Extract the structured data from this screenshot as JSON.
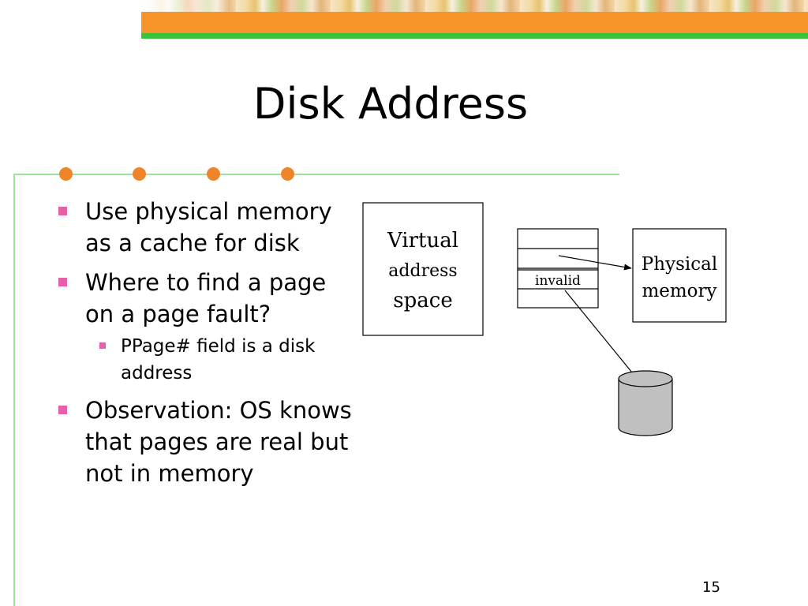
{
  "slide": {
    "title": "Disk Address",
    "bullets": [
      "Use physical memory as a cache for disk",
      "Where to find a page on a page fault?"
    ],
    "sub_bullet": "PPage# field is a disk address",
    "bullet_last": "Observation: OS knows that pages are real but not in memory",
    "page_number": "15"
  },
  "diagram": {
    "virtual_address_space": [
      "Virtual",
      "address",
      "space"
    ],
    "page_table_invalid_label": "invalid",
    "physical_memory": [
      "Physical",
      "memory"
    ]
  },
  "colors": {
    "accent_orange": "#f7942a",
    "accent_green": "#39c43b",
    "bullet_pink": "#e560a6",
    "rule_green": "#9fe39a",
    "dot_orange": "#f0842a",
    "disk_gray": "#c0c0c0"
  }
}
